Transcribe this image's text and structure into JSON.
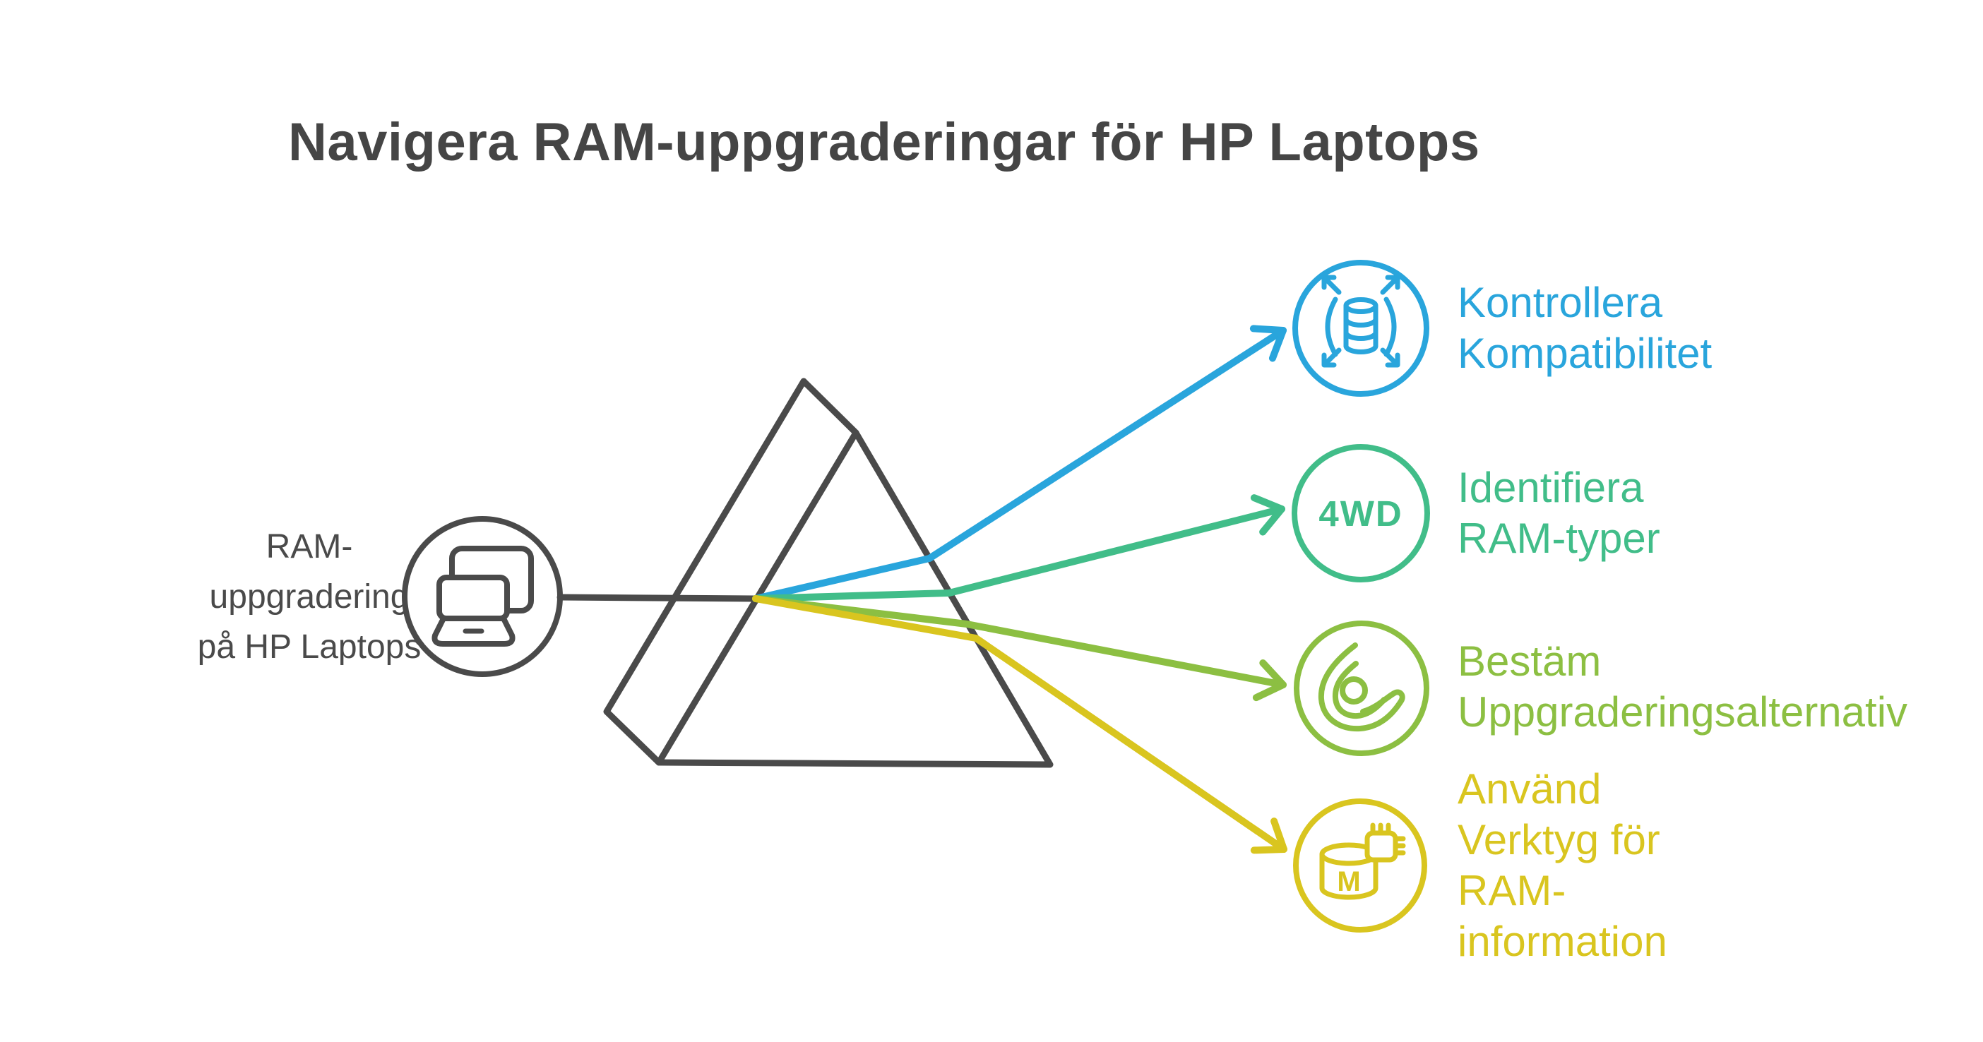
{
  "title": "Navigera RAM-uppgraderingar för HP Laptops",
  "source": {
    "icon": "laptop-sync-icon",
    "lines": [
      "RAM-",
      "uppgradering",
      "på HP Laptops"
    ]
  },
  "steps": [
    {
      "id": "kontrollera-kompatibilitet",
      "color": "#29a5dc",
      "icon": "database-expand-arrows-icon",
      "lines": [
        "Kontrollera",
        "Kompatibilitet"
      ]
    },
    {
      "id": "identifiera-ram-typer",
      "color": "#41bd89",
      "icon": "4wd-badge-icon",
      "badge": "4WD",
      "lines": [
        "Identifiera",
        "RAM-typer"
      ]
    },
    {
      "id": "bestam-uppgraderingsalternativ",
      "color": "#8cbf42",
      "icon": "hand-holding-ball-icon",
      "lines": [
        "Bestäm",
        "Uppgraderingsalternativ"
      ]
    },
    {
      "id": "anvand-verktyg-ram-information",
      "color": "#d9c51f",
      "icon": "memory-database-chip-icon",
      "badge": "M",
      "lines": [
        "Använd",
        "Verktyg för",
        "RAM-",
        "information"
      ]
    }
  ],
  "colors": {
    "line_dark": "#4a4a4a",
    "title": "#454545",
    "blue": "#29a5dc",
    "green": "#41bd89",
    "olive": "#8cbf42",
    "yellow": "#d9c51f"
  }
}
